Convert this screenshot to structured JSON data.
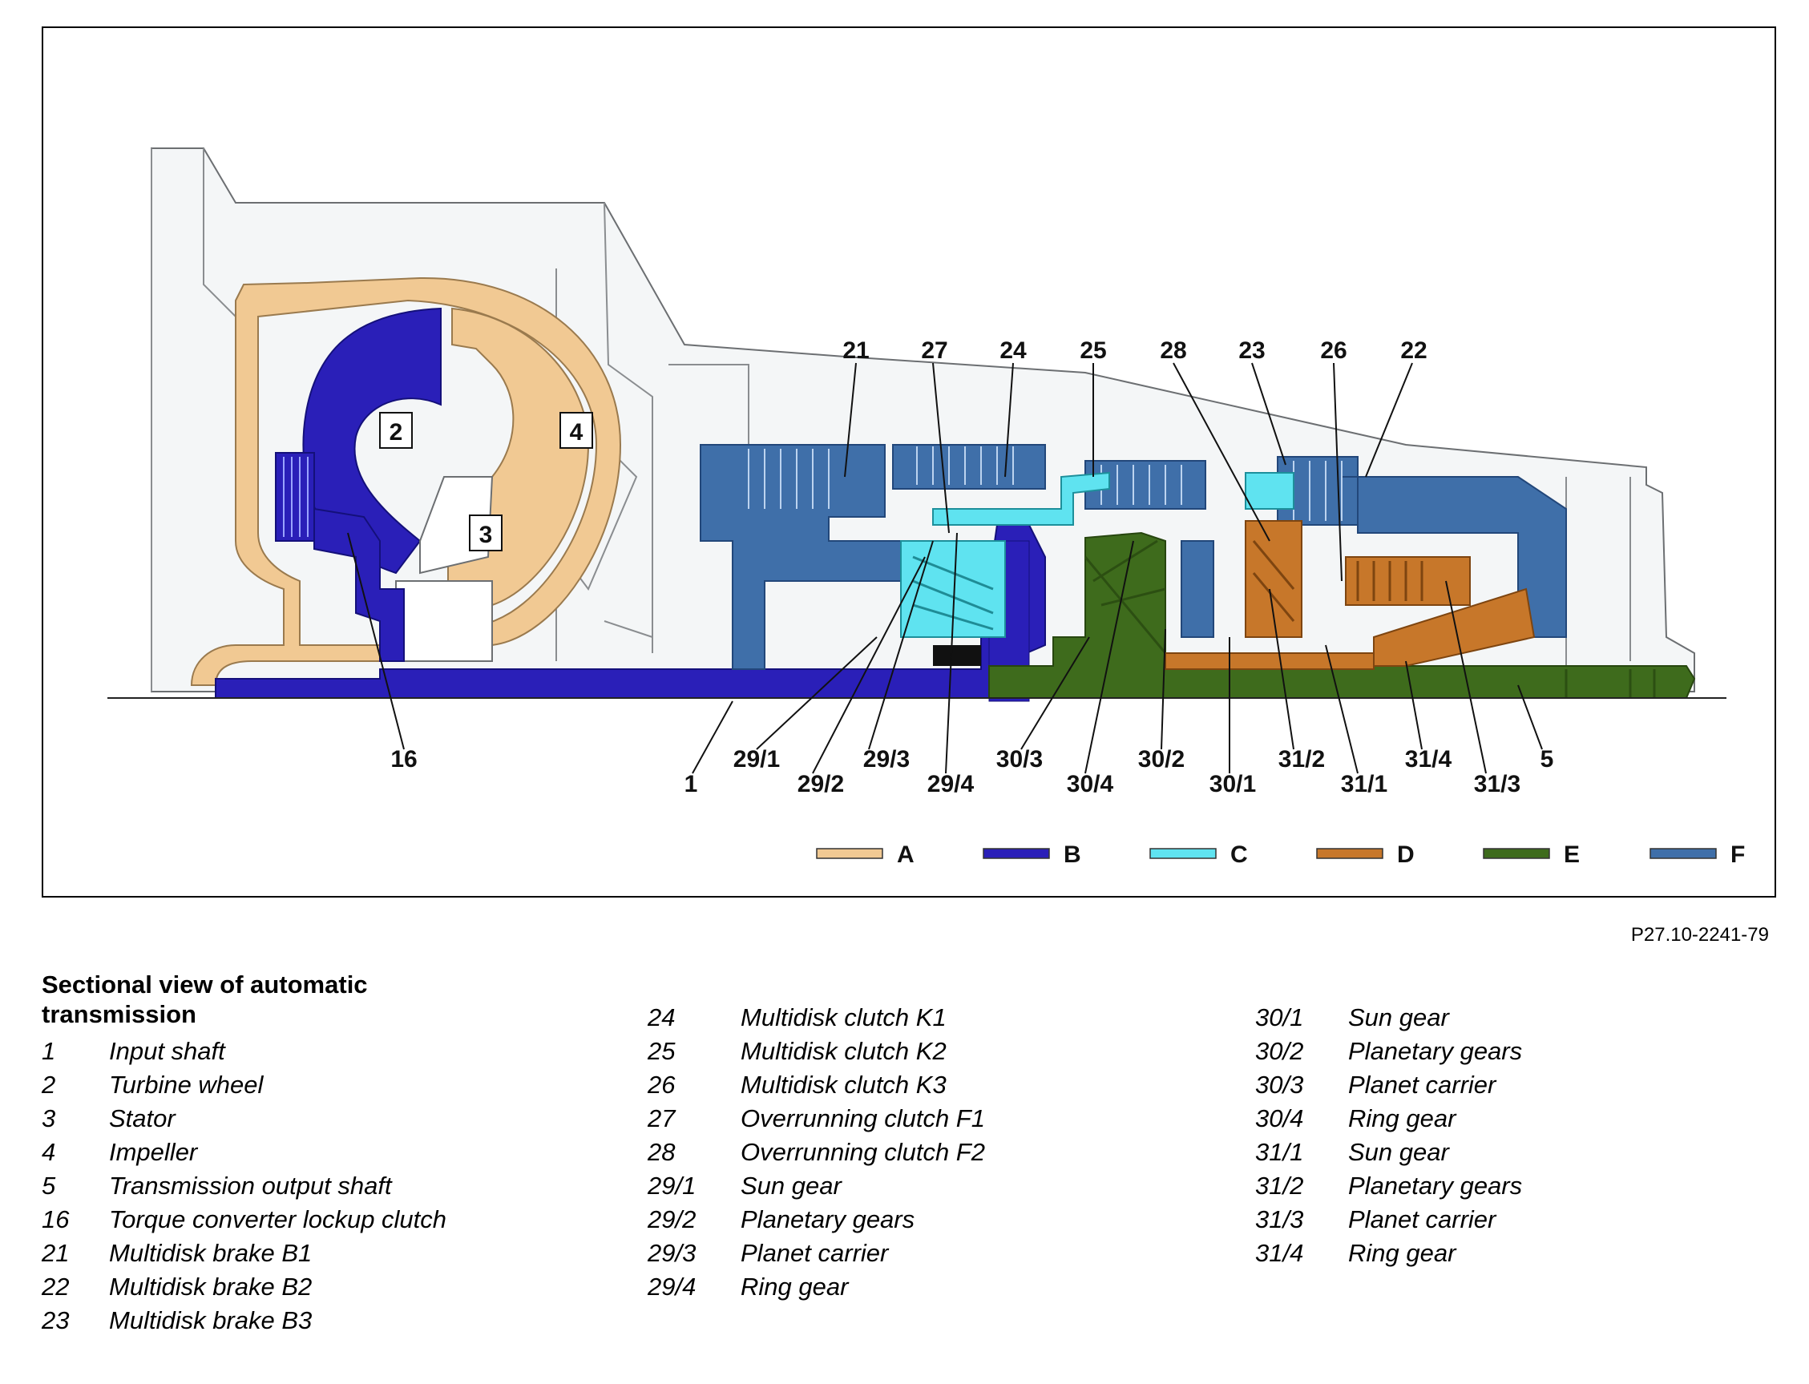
{
  "figure_code": "P27.10-2241-79",
  "caption": "Sectional view of automatic transmission",
  "colors": {
    "A": "#f1c993",
    "B": "#2a1fb8",
    "C": "#5fe3f0",
    "D": "#c7772a",
    "E": "#3e6b1c",
    "F": "#3f6fa9",
    "housing": "#f4f6f7",
    "outline": "#6c6f72"
  },
  "legend_colors": [
    {
      "label": "A",
      "color": "#f1c993"
    },
    {
      "label": "B",
      "color": "#2a1fb8"
    },
    {
      "label": "C",
      "color": "#5fe3f0"
    },
    {
      "label": "D",
      "color": "#c7772a"
    },
    {
      "label": "E",
      "color": "#3e6b1c"
    },
    {
      "label": "F",
      "color": "#3f6fa9"
    }
  ],
  "callouts_top": [
    "21",
    "27",
    "24",
    "25",
    "28",
    "23",
    "26",
    "22"
  ],
  "callouts_bottom": [
    "16",
    "1",
    "29/1",
    "29/2",
    "29/3",
    "29/4",
    "30/3",
    "30/4",
    "30/2",
    "30/1",
    "31/2",
    "31/1",
    "31/4",
    "31/3",
    "5"
  ],
  "inline_labels": [
    "2",
    "4",
    "3"
  ],
  "legend": {
    "col1": [
      {
        "num": "1",
        "desc": "Input shaft"
      },
      {
        "num": "2",
        "desc": "Turbine wheel"
      },
      {
        "num": "3",
        "desc": "Stator"
      },
      {
        "num": "4",
        "desc": "Impeller"
      },
      {
        "num": "5",
        "desc": "Transmission output shaft"
      },
      {
        "num": "16",
        "desc": "Torque converter lockup clutch"
      },
      {
        "num": "21",
        "desc": "Multidisk brake B1"
      },
      {
        "num": "22",
        "desc": "Multidisk brake B2"
      },
      {
        "num": "23",
        "desc": "Multidisk brake B3"
      }
    ],
    "col2": [
      {
        "num": "24",
        "desc": "Multidisk clutch K1"
      },
      {
        "num": "25",
        "desc": "Multidisk clutch K2"
      },
      {
        "num": "26",
        "desc": "Multidisk clutch K3"
      },
      {
        "num": "27",
        "desc": "Overrunning clutch F1"
      },
      {
        "num": "28",
        "desc": "Overrunning clutch F2"
      },
      {
        "num": "29/1",
        "desc": "Sun gear"
      },
      {
        "num": "29/2",
        "desc": "Planetary gears"
      },
      {
        "num": "29/3",
        "desc": "Planet carrier"
      },
      {
        "num": "29/4",
        "desc": "Ring gear"
      }
    ],
    "col3": [
      {
        "num": "30/1",
        "desc": "Sun gear"
      },
      {
        "num": "30/2",
        "desc": "Planetary gears"
      },
      {
        "num": "30/3",
        "desc": "Planet carrier"
      },
      {
        "num": "30/4",
        "desc": "Ring gear"
      },
      {
        "num": "31/1",
        "desc": "Sun gear"
      },
      {
        "num": "31/2",
        "desc": "Planetary gears"
      },
      {
        "num": "31/3",
        "desc": "Planet carrier"
      },
      {
        "num": "31/4",
        "desc": "Ring gear"
      }
    ]
  }
}
